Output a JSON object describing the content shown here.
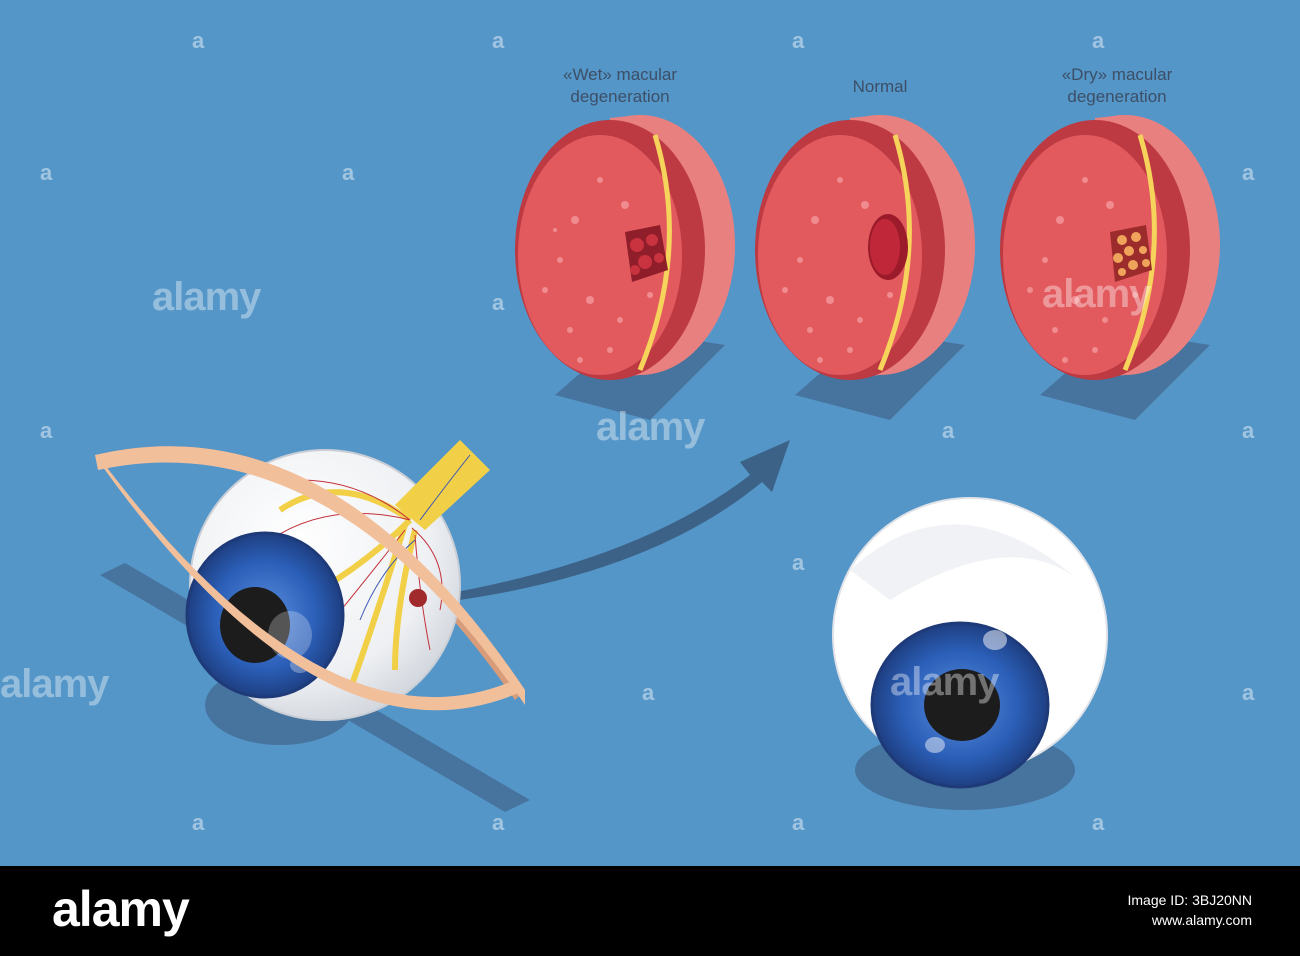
{
  "labels": {
    "wet": "«Wet» macular degeneration",
    "normal": "Normal",
    "dry": "«Dry» macular degeneration"
  },
  "watermark": {
    "text": "alamy",
    "mark": "a"
  },
  "footer": {
    "brand": "alamy",
    "image_id": "Image ID: 3BJ20NN",
    "url": "www.alamy.com"
  },
  "colors": {
    "background": "#5596c9",
    "shadow": "#47749e",
    "slice_face": "#e35a5e",
    "slice_side": "#bd3a42",
    "slice_rim": "#e98080",
    "retina_line": "#f6d35a",
    "eyelid": "#f2bf9b",
    "iris": "#2b56a8",
    "pupil": "#1c1c1c",
    "arrow": "#3c6287"
  }
}
